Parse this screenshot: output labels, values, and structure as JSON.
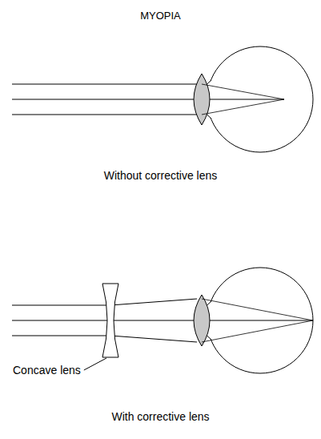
{
  "diagram": {
    "title": "MYOPIA",
    "labels": [
      "Without corrective lens",
      "Concave lens",
      "With corrective lens"
    ]
  }
}
